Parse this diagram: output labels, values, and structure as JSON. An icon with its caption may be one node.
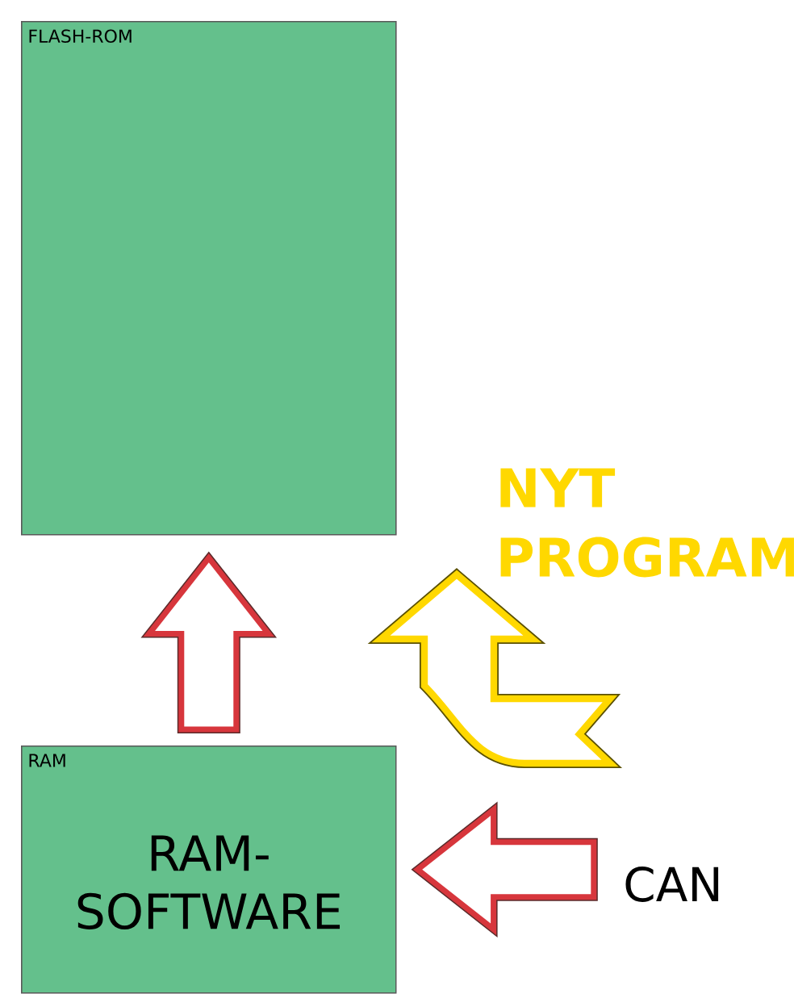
{
  "diagram": {
    "nodes": [
      {
        "text": [
          "FLASH-ROM"
        ]
      },
      {
        "text": [
          "RAM",
          "RAM-SOFTWARE"
        ]
      },
      {
        "text": [
          "CAN"
        ]
      }
    ],
    "edges": [
      {
        "from": 1,
        "to": 0,
        "arrow": "to"
      },
      {
        "from": 2,
        "to": 1,
        "arrow": "to"
      }
    ],
    "labels": [
      "NYT PROGRAM"
    ]
  }
}
